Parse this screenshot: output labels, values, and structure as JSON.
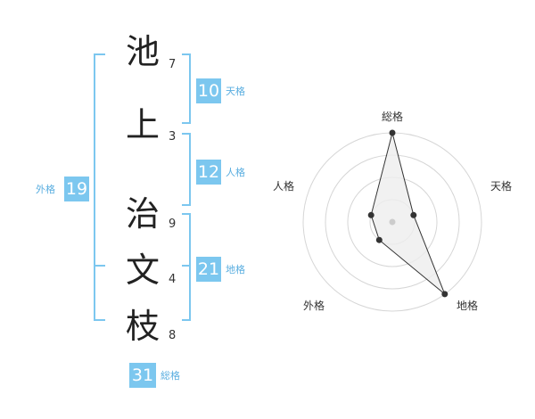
{
  "name": {
    "characters": [
      {
        "char": "池",
        "strokes": "7"
      },
      {
        "char": "上",
        "strokes": "3"
      },
      {
        "char": "治",
        "strokes": "9"
      },
      {
        "char": "文",
        "strokes": "4"
      },
      {
        "char": "枝",
        "strokes": "8"
      }
    ]
  },
  "fortune": {
    "tenkaku": {
      "value": "10",
      "label": "天格"
    },
    "jinkaku": {
      "value": "12",
      "label": "人格"
    },
    "chikaku": {
      "value": "21",
      "label": "地格"
    },
    "gaikaku": {
      "value": "19",
      "label": "外格"
    },
    "soukaku": {
      "value": "31",
      "label": "総格"
    }
  },
  "colors": {
    "accent": "#7cc7ef",
    "bracket": "#7cc7ef",
    "grid": "#d6d6d6",
    "polygon_fill": "#eeeeee",
    "polygon_stroke": "#333333",
    "point": "#333333",
    "center": "#cccccc"
  },
  "chart_data": {
    "type": "radar",
    "axes": [
      "総格",
      "天格",
      "地格",
      "外格",
      "人格"
    ],
    "values": [
      4,
      1,
      4,
      1,
      1
    ],
    "range": [
      0,
      4
    ],
    "rings": 4,
    "grid": true
  }
}
